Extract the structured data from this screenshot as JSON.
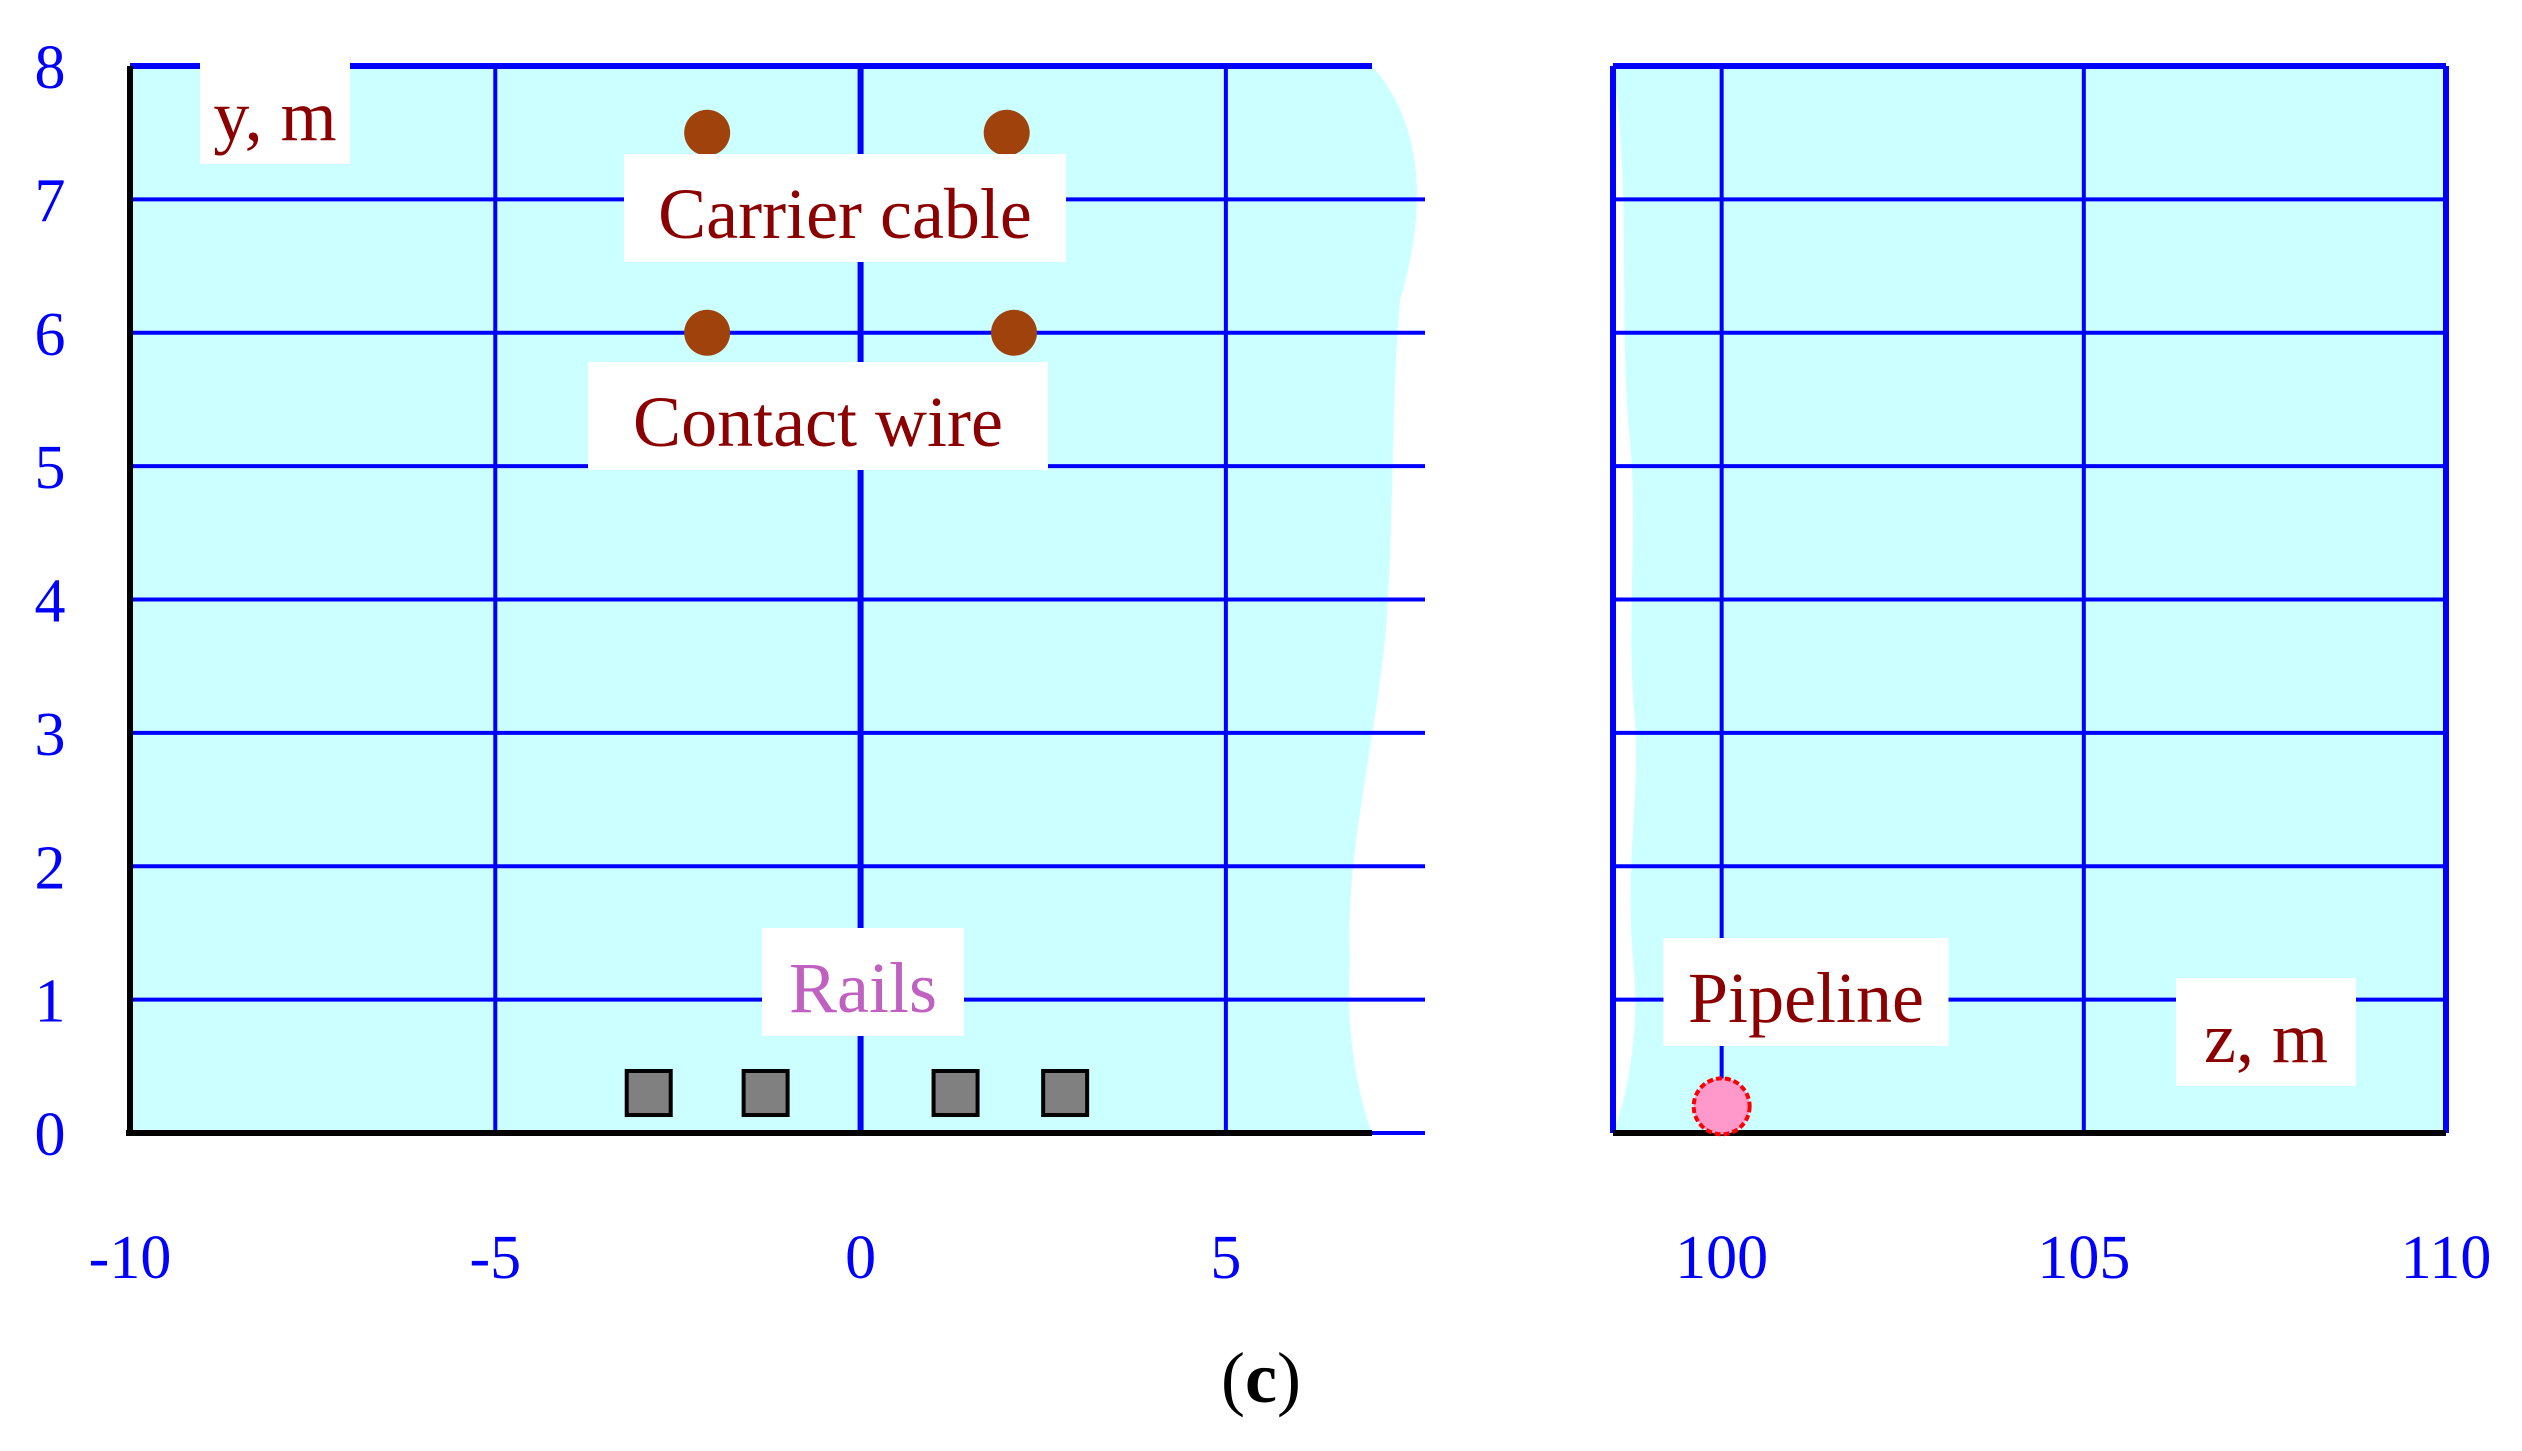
{
  "chart_data": {
    "type": "scatter",
    "title": "",
    "xlabel": "z, m",
    "ylabel": "y, m",
    "caption_prefix": "(",
    "caption_letter": "c",
    "caption_suffix": ")",
    "axis_break": true,
    "panels": [
      {
        "xlim": [
          -10,
          7
        ],
        "x_ticks": [
          -10,
          -5,
          0,
          5
        ]
      },
      {
        "xlim": [
          98.5,
          110
        ],
        "x_ticks": [
          100,
          105,
          110
        ]
      }
    ],
    "ylim": [
      0,
      8
    ],
    "y_ticks": [
      0,
      1,
      2,
      3,
      4,
      5,
      6,
      7,
      8
    ],
    "x_ticks": [
      -10,
      -5,
      0,
      5,
      100,
      105,
      110
    ],
    "grid": true,
    "colors": {
      "plot_background": "#ccffff",
      "grid": "#0000ff",
      "axis": "#000000",
      "tick_labels": "#0000ff",
      "dark_labels": "#8b0000",
      "rails_label": "#c060c0",
      "conductor_marker": "#a0420c",
      "rail_marker": "#808080",
      "pipeline_marker": "#ff99cc",
      "pipeline_edge": "#ff0000"
    },
    "series": [
      {
        "name": "Carrier cable",
        "marker": "circle",
        "x": [
          -2.1,
          2.0
        ],
        "y": [
          7.5,
          7.5
        ]
      },
      {
        "name": "Contact wire",
        "marker": "circle",
        "x": [
          -2.1,
          2.1
        ],
        "y": [
          6.0,
          6.0
        ]
      },
      {
        "name": "Rails",
        "marker": "square",
        "x": [
          -2.9,
          -1.3,
          1.3,
          2.8
        ],
        "y": [
          0.3,
          0.3,
          0.3,
          0.3
        ]
      },
      {
        "name": "Pipeline",
        "marker": "circle",
        "x": [
          100
        ],
        "y": [
          0.2
        ]
      }
    ]
  }
}
